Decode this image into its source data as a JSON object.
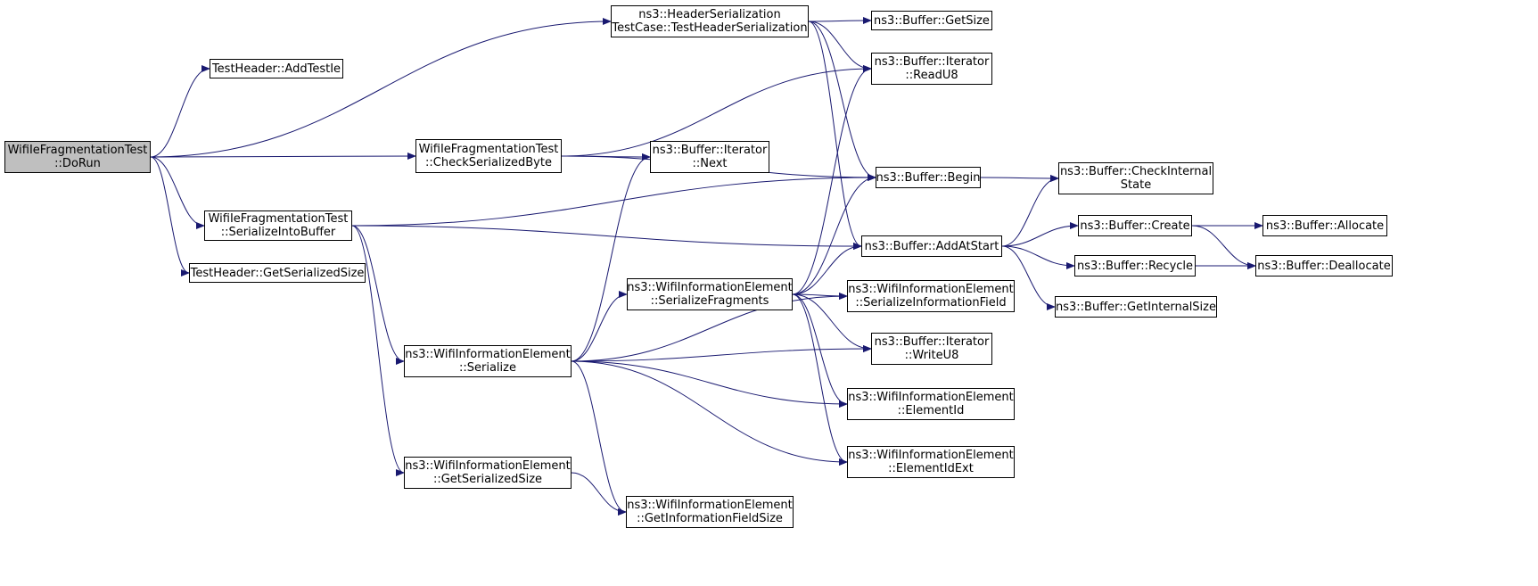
{
  "colors": {
    "edge": "#191970",
    "root_fill": "#bfbfbf",
    "node_fill": "#ffffff",
    "border": "#000000"
  },
  "nodes": [
    {
      "id": "dorun",
      "lines": [
        "WifiIeFragmentationTest",
        "::DoRun"
      ],
      "root": true
    },
    {
      "id": "addtestie",
      "lines": [
        "TestHeader::AddTestIe"
      ]
    },
    {
      "id": "getserializedsize_th",
      "lines": [
        "TestHeader::GetSerializedSize"
      ]
    },
    {
      "id": "checkserializedbyte",
      "lines": [
        "WifiIeFragmentationTest",
        "::CheckSerializedByte"
      ]
    },
    {
      "id": "serializeintobuffer",
      "lines": [
        "WifiIeFragmentationTest",
        "::SerializeIntoBuffer"
      ]
    },
    {
      "id": "testheaderserialization",
      "lines": [
        "ns3::HeaderSerialization",
        "TestCase::TestHeaderSerialization"
      ]
    },
    {
      "id": "buffer_getsize",
      "lines": [
        "ns3::Buffer::GetSize"
      ]
    },
    {
      "id": "iterator_readu8",
      "lines": [
        "ns3::Buffer::Iterator",
        "::ReadU8"
      ]
    },
    {
      "id": "iterator_next",
      "lines": [
        "ns3::Buffer::Iterator",
        "::Next"
      ]
    },
    {
      "id": "buffer_begin",
      "lines": [
        "ns3::Buffer::Begin"
      ]
    },
    {
      "id": "buffer_checkinternalstate",
      "lines": [
        "ns3::Buffer::CheckInternal",
        "State"
      ]
    },
    {
      "id": "buffer_addatstart",
      "lines": [
        "ns3::Buffer::AddAtStart"
      ]
    },
    {
      "id": "buffer_create",
      "lines": [
        "ns3::Buffer::Create"
      ]
    },
    {
      "id": "buffer_allocate",
      "lines": [
        "ns3::Buffer::Allocate"
      ]
    },
    {
      "id": "buffer_recycle",
      "lines": [
        "ns3::Buffer::Recycle"
      ]
    },
    {
      "id": "buffer_deallocate",
      "lines": [
        "ns3::Buffer::Deallocate"
      ]
    },
    {
      "id": "buffer_getinternalsize",
      "lines": [
        "ns3::Buffer::GetInternalSize"
      ]
    },
    {
      "id": "wie_serializefragments",
      "lines": [
        "ns3::WifiInformationElement",
        "::SerializeFragments"
      ]
    },
    {
      "id": "wie_serializeinformationfield",
      "lines": [
        "ns3::WifiInformationElement",
        "::SerializeInformationField"
      ]
    },
    {
      "id": "iterator_writeu8",
      "lines": [
        "ns3::Buffer::Iterator",
        "::WriteU8"
      ]
    },
    {
      "id": "wie_serialize",
      "lines": [
        "ns3::WifiInformationElement",
        "::Serialize"
      ]
    },
    {
      "id": "wie_elementid",
      "lines": [
        "ns3::WifiInformationElement",
        "::ElementId"
      ]
    },
    {
      "id": "wie_elementidext",
      "lines": [
        "ns3::WifiInformationElement",
        "::ElementIdExt"
      ]
    },
    {
      "id": "wie_getserializedsize",
      "lines": [
        "ns3::WifiInformationElement",
        "::GetSerializedSize"
      ]
    },
    {
      "id": "wie_getinformationfieldsize",
      "lines": [
        "ns3::WifiInformationElement",
        "::GetInformationFieldSize"
      ]
    }
  ],
  "edges": [
    [
      "dorun",
      "addtestie"
    ],
    [
      "dorun",
      "testheaderserialization"
    ],
    [
      "dorun",
      "checkserializedbyte"
    ],
    [
      "dorun",
      "serializeintobuffer"
    ],
    [
      "dorun",
      "getserializedsize_th"
    ],
    [
      "testheaderserialization",
      "buffer_getsize"
    ],
    [
      "testheaderserialization",
      "iterator_readu8"
    ],
    [
      "testheaderserialization",
      "buffer_begin"
    ],
    [
      "testheaderserialization",
      "buffer_addatstart"
    ],
    [
      "checkserializedbyte",
      "iterator_readu8"
    ],
    [
      "checkserializedbyte",
      "buffer_begin"
    ],
    [
      "checkserializedbyte",
      "iterator_next"
    ],
    [
      "serializeintobuffer",
      "buffer_begin"
    ],
    [
      "serializeintobuffer",
      "buffer_addatstart"
    ],
    [
      "serializeintobuffer",
      "wie_serialize"
    ],
    [
      "serializeintobuffer",
      "wie_getserializedsize"
    ],
    [
      "buffer_begin",
      "buffer_checkinternalstate"
    ],
    [
      "buffer_addatstart",
      "buffer_checkinternalstate"
    ],
    [
      "buffer_addatstart",
      "buffer_create"
    ],
    [
      "buffer_addatstart",
      "buffer_recycle"
    ],
    [
      "buffer_addatstart",
      "buffer_getinternalsize"
    ],
    [
      "buffer_create",
      "buffer_allocate"
    ],
    [
      "buffer_create",
      "buffer_deallocate"
    ],
    [
      "buffer_recycle",
      "buffer_deallocate"
    ],
    [
      "wie_serializefragments",
      "iterator_readu8"
    ],
    [
      "wie_serializefragments",
      "buffer_begin"
    ],
    [
      "wie_serializefragments",
      "buffer_addatstart"
    ],
    [
      "wie_serializefragments",
      "wie_serializeinformationfield"
    ],
    [
      "wie_serializefragments",
      "iterator_writeu8"
    ],
    [
      "wie_serializefragments",
      "wie_elementid"
    ],
    [
      "wie_serializefragments",
      "wie_elementidext"
    ],
    [
      "wie_serialize",
      "iterator_next"
    ],
    [
      "wie_serialize",
      "wie_serializefragments"
    ],
    [
      "wie_serialize",
      "wie_serializeinformationfield"
    ],
    [
      "wie_serialize",
      "iterator_writeu8"
    ],
    [
      "wie_serialize",
      "wie_elementid"
    ],
    [
      "wie_serialize",
      "wie_elementidext"
    ],
    [
      "wie_serialize",
      "wie_getinformationfieldsize"
    ],
    [
      "wie_getserializedsize",
      "wie_getinformationfieldsize"
    ]
  ]
}
